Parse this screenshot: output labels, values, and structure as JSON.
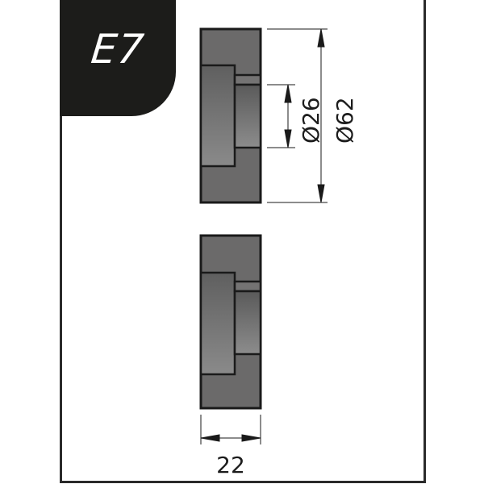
{
  "label": {
    "code": "E7"
  },
  "dimensions": {
    "inner_diameter": "Ø26",
    "outer_diameter": "Ø62",
    "width": "22"
  },
  "colors": {
    "badge": "#1c1c1a",
    "part_fill": "#6b6a6a",
    "outline": "#1a1a1a"
  }
}
